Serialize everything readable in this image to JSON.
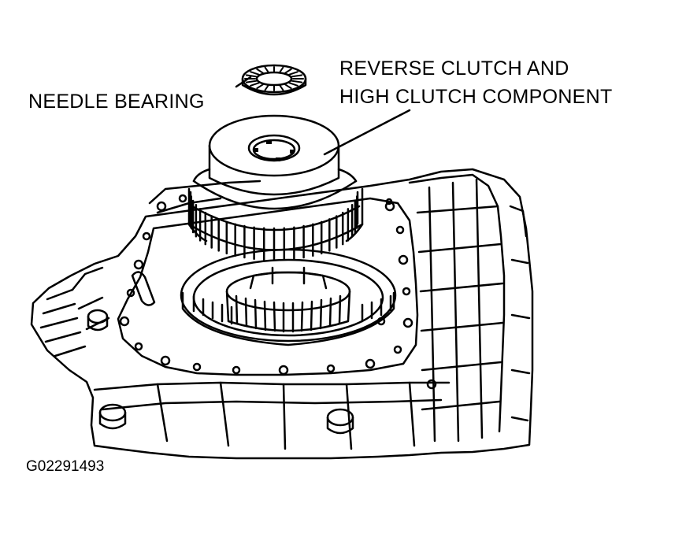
{
  "labels": {
    "needle_bearing": "NEEDLE BEARING",
    "clutch_line1": "REVERSE CLUTCH AND",
    "clutch_line2": "HIGH CLUTCH COMPONENT",
    "figure_id": "G02291493"
  },
  "colors": {
    "ink": "#000000",
    "paper": "#ffffff"
  }
}
